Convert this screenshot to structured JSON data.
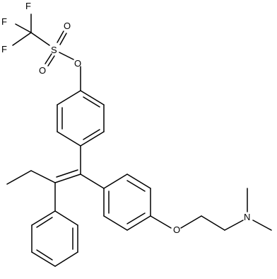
{
  "colors": {
    "background": "#ffffff",
    "bonds": "#000000",
    "labels": "#000000"
  },
  "atoms": {
    "f1": "F",
    "f2": "F",
    "f3": "F",
    "s": "S",
    "o_up": "O",
    "o_down": "O",
    "o_ester": "O",
    "o_ether": "O",
    "n": "N"
  }
}
